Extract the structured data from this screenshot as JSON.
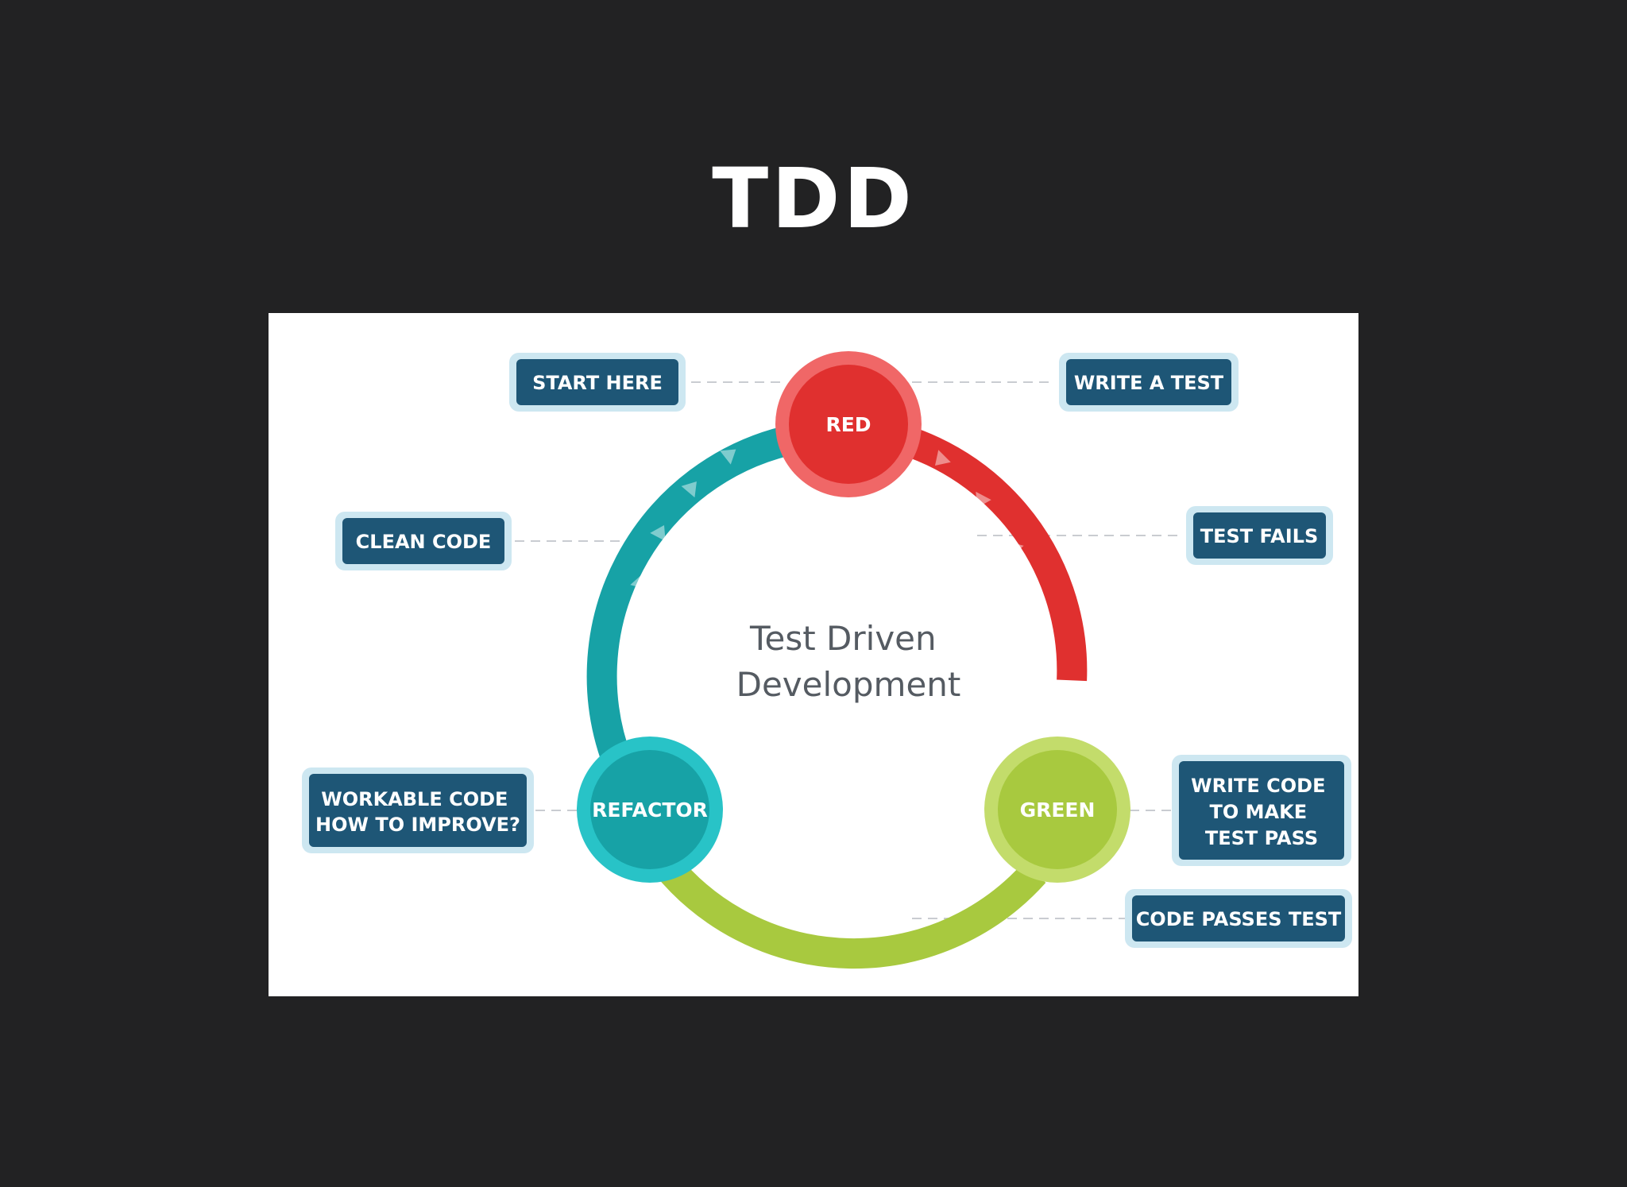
{
  "slide": {
    "title": "TDD"
  },
  "diagram": {
    "center_title": [
      "Test Driven",
      "Development"
    ],
    "nodes": {
      "red": "RED",
      "green": "GREEN",
      "refactor": "REFACTOR"
    },
    "labels": {
      "start_here": "START HERE",
      "write_a_test": "WRITE A TEST",
      "test_fails": "TEST FAILS",
      "clean_code": "CLEAN CODE",
      "workable_code": [
        "WORKABLE CODE",
        "HOW TO IMPROVE?"
      ],
      "write_code": [
        "WRITE CODE",
        "TO MAKE",
        "TEST PASS"
      ],
      "code_passes_test": "CODE PASSES TEST"
    },
    "colors": {
      "red": "#e0302f",
      "red_outer": "#f06767",
      "green": "#a8c93f",
      "green_outer": "#c3dc6b",
      "teal": "#17a2a6",
      "teal_outer": "#28c3c7",
      "box_fill": "#1e5676",
      "box_border": "#cde7f1"
    }
  }
}
